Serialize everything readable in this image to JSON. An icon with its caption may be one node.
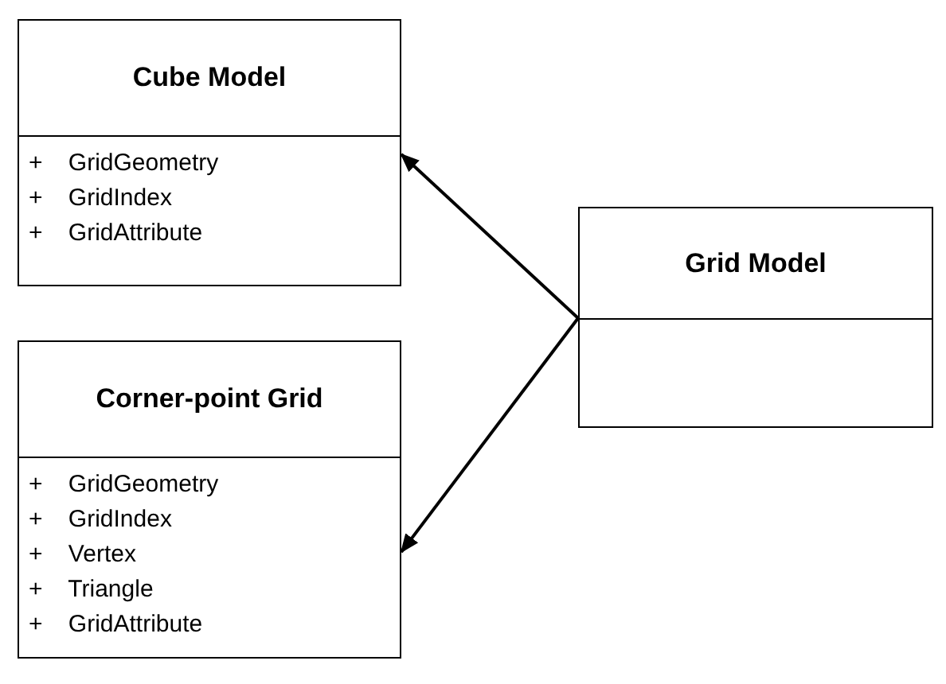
{
  "diagram": {
    "nodes": [
      {
        "text": [
          "Cube Model",
          "+ GridGeometry",
          "+ GridIndex",
          "+ GridAttribute"
        ]
      },
      {
        "text": [
          "Corner-point Grid",
          "+ GridGeometry",
          "+ GridIndex",
          "+ Vertex",
          "+ Triangle",
          "+ GridAttribute"
        ]
      },
      {
        "text": [
          "Grid Model"
        ]
      }
    ],
    "edges": [
      {
        "from": 2,
        "to": 0,
        "arrow": "to"
      },
      {
        "from": 2,
        "to": 1,
        "arrow": "to"
      }
    ]
  }
}
